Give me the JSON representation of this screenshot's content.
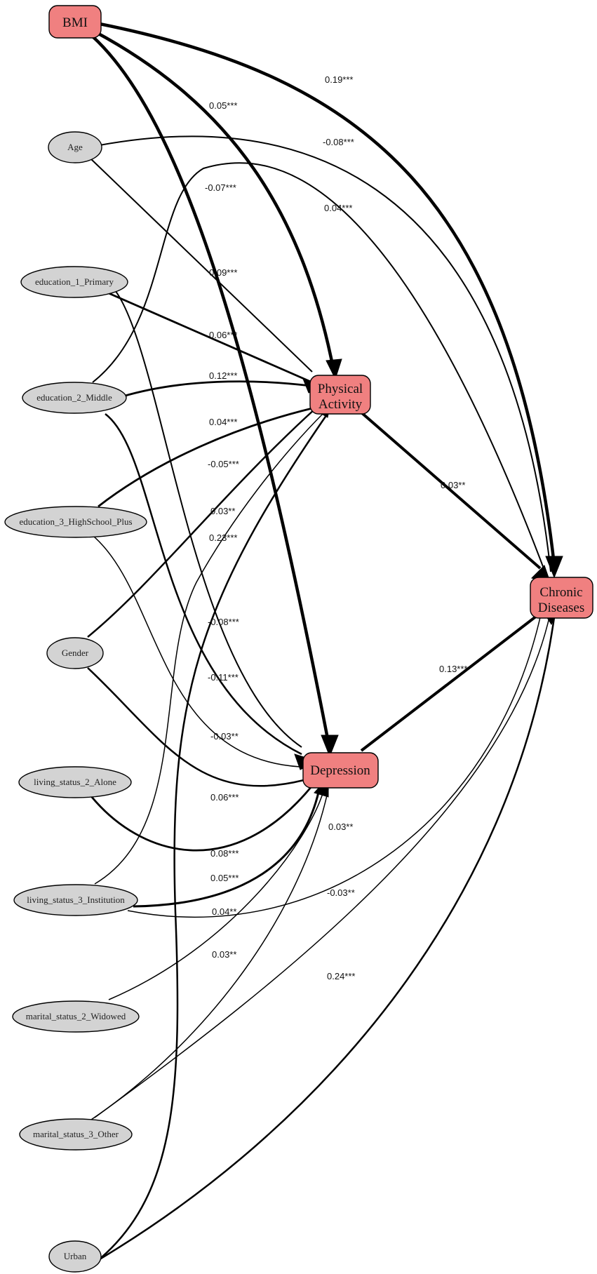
{
  "nodes": {
    "bmi": "BMI",
    "age": "Age",
    "edu1": "education_1_Primary",
    "edu2": "education_2_Middle",
    "edu3": "education_3_HighSchool_Plus",
    "gender": "Gender",
    "ls2": "living_status_2_Alone",
    "ls3": "living_status_3_Institution",
    "ms2": "marital_status_2_Widowed",
    "ms3": "marital_status_3_Other",
    "urban": "Urban",
    "pa_line1": "Physical",
    "pa_line2": "Activity",
    "dep": "Depression",
    "cd_line1": "Chronic",
    "cd_line2": "Diseases"
  },
  "edges": {
    "bmi_cd": "0.19***",
    "bmi_pa": "0.05***",
    "age_cd": "-0.08***",
    "edu2_cd": "-0.07***",
    "edu1_cd": "0.04***",
    "age_pa": "0.09***",
    "edu1_pa": "0.06***",
    "edu2_pa": "0.12***",
    "edu3_pa": "0.04***",
    "gender_pa": "-0.05***",
    "ls3_pa": "0.03**",
    "urban_pa": "0.23***",
    "pa_cd": "0.03**",
    "edu1_dep": "-0.08***",
    "edu2_dep": "-0.11***",
    "edu3_dep": "-0.03**",
    "dep_cd": "0.13***",
    "gender_dep": "0.06***",
    "ls2_dep": "0.08***",
    "ls3_dep": "0.05***",
    "ls3_cd": "0.03**",
    "ms2_dep": "0.04**",
    "ms3_cd": "-0.03**",
    "ms3_dep": "0.03**",
    "urban_cd": "0.24***"
  }
}
